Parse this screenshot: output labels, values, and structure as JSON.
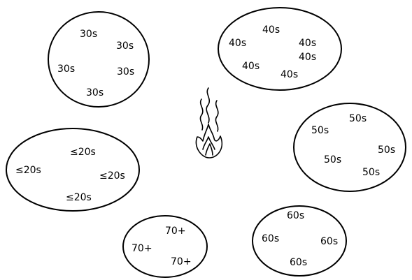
{
  "groups": {
    "g30s": {
      "labels": [
        "30s",
        "30s",
        "30s",
        "30s",
        "30s"
      ]
    },
    "g40s": {
      "labels": [
        "40s",
        "40s",
        "40s",
        "40s",
        "40s",
        "40s"
      ]
    },
    "g50s": {
      "labels": [
        "50s",
        "50s",
        "50s",
        "50s",
        "50s"
      ]
    },
    "gle20s": {
      "labels": [
        "≤20s",
        "≤20s",
        "≤20s",
        "≤20s"
      ]
    },
    "g60s": {
      "labels": [
        "60s",
        "60s",
        "60s",
        "60s"
      ]
    },
    "g70plus": {
      "labels": [
        "70+",
        "70+",
        "70+"
      ]
    }
  },
  "center": {
    "icon": "campfire-icon"
  }
}
